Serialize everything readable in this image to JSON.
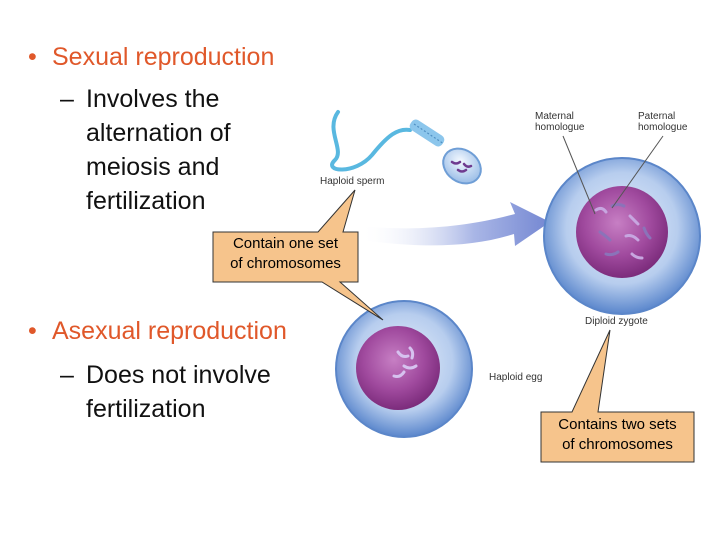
{
  "bullets": [
    {
      "marker": "•",
      "title": "Sexual reproduction",
      "sub_marker": "–",
      "sub_lines": [
        "Involves the",
        "alternation of",
        "meiosis and",
        "fertilization"
      ]
    },
    {
      "marker": "•",
      "title": "Asexual reproduction",
      "sub_marker": "–",
      "sub_lines": [
        "Does not involve",
        "fertilization"
      ]
    }
  ],
  "diagram_labels": {
    "haploid_sperm": "Haploid sperm",
    "maternal_line1": "Maternal",
    "maternal_line2": "homologue",
    "paternal_line1": "Paternal",
    "paternal_line2": "homologue",
    "diploid_zygote": "Diploid zygote",
    "haploid_egg": "Haploid egg"
  },
  "callouts": {
    "one_set_line1": "Contain one set",
    "one_set_line2": "of chromosomes",
    "two_sets_line1": "Contains two sets",
    "two_sets_line2": "of chromosomes"
  },
  "colors": {
    "bullet_title": "#e0582a",
    "callout_fill": "#f6c48c",
    "cell_membrane": "#6a9ad6",
    "nucleus": "#9c3e9a",
    "arrow": "#7d8fd6"
  }
}
